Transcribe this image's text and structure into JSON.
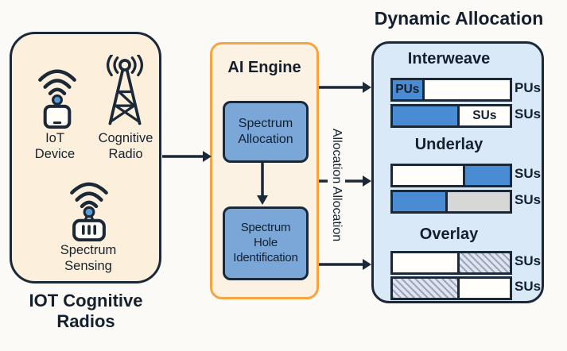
{
  "colors": {
    "ink": "#1b2838",
    "cream": "#fcefdc",
    "orange_border": "#f6a440",
    "block_blue": "#7aa6d8",
    "bar_blue": "#4a8cd3",
    "panel_blue": "#d9e9f8",
    "gray_segment": "#d7d7d7",
    "antenna_dot_blue": "#5b9bd5"
  },
  "left_panel": {
    "title": "IOT Cognitive\nRadios",
    "items": [
      {
        "icon": "iot-device-icon",
        "label": "IoT\nDevice"
      },
      {
        "icon": "cognitive-radio-icon",
        "label": "Cognitive\nRadio"
      },
      {
        "icon": "spectrum-sensing-icon",
        "label": "Spectrum\nSensing"
      }
    ]
  },
  "ai_engine": {
    "title": "AI Engine",
    "blocks": [
      {
        "label": "Spectrum\nAllocation"
      },
      {
        "label": "Spectrum\nHole\nIdentification"
      }
    ]
  },
  "flow": {
    "vertical_label": "Allocation Allocation"
  },
  "dynamic_allocation": {
    "title": "Dynamic Allocation",
    "sections": [
      {
        "name": "Interweave",
        "bars": [
          {
            "label": "PUs",
            "segments": [
              {
                "type": "blue",
                "pct": 27,
                "inner_label": "PUs"
              },
              {
                "type": "white",
                "pct": 73
              }
            ]
          },
          {
            "label": "SUs",
            "segments": [
              {
                "type": "blue",
                "pct": 57
              },
              {
                "type": "white",
                "pct": 43,
                "inner_label": "SUs"
              }
            ]
          }
        ]
      },
      {
        "name": "Underlay",
        "bars": [
          {
            "label": "SUs",
            "segments": [
              {
                "type": "white",
                "pct": 62
              },
              {
                "type": "blue",
                "pct": 38
              }
            ]
          },
          {
            "label": "SUs",
            "segments": [
              {
                "type": "blue",
                "pct": 47
              },
              {
                "type": "gray",
                "pct": 53
              }
            ]
          }
        ]
      },
      {
        "name": "Overlay",
        "bars": [
          {
            "label": "SUs",
            "segments": [
              {
                "type": "white",
                "pct": 57
              },
              {
                "type": "hatch",
                "pct": 43
              }
            ]
          },
          {
            "label": "SUs",
            "segments": [
              {
                "type": "hatch",
                "pct": 57
              },
              {
                "type": "white",
                "pct": 43
              }
            ]
          }
        ]
      }
    ]
  }
}
